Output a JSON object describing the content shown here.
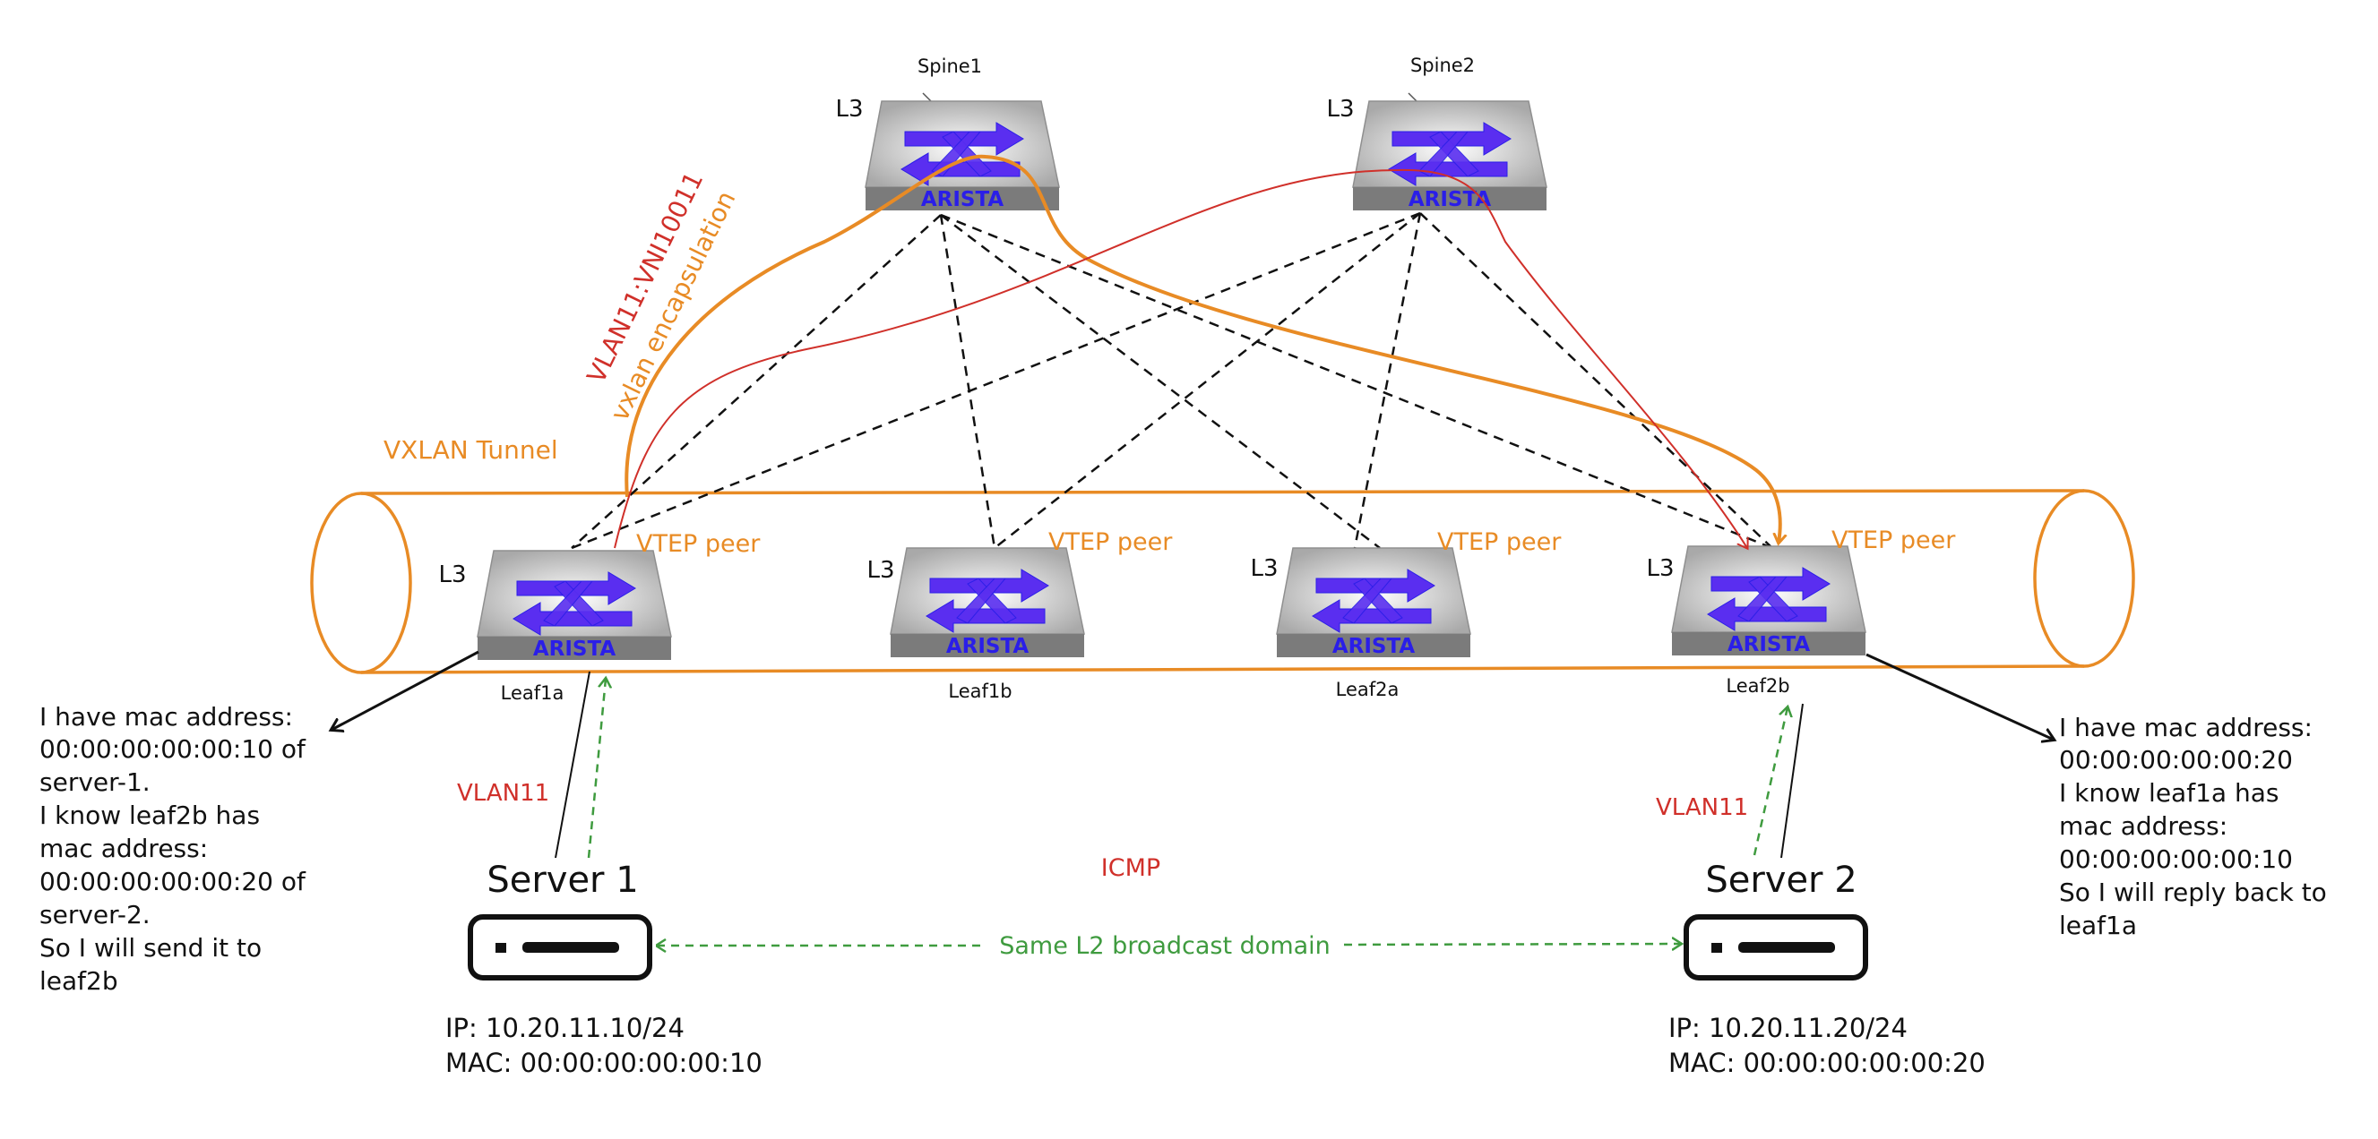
{
  "colors": {
    "tunnel": "#e88b25",
    "red_path": "#d0302a",
    "vlan_text": "#d0302a",
    "green": "#3f9b3f",
    "switch_top": "#b9b9b9",
    "switch_front": "#7b7b7b",
    "arrow_blue": "#5a2ef0",
    "brand_text": "#2a1ee8",
    "text": "#111111"
  },
  "spines": [
    {
      "name": "Spine1",
      "layer": "L3",
      "brand": "ARISTA"
    },
    {
      "name": "Spine2",
      "layer": "L3",
      "brand": "ARISTA"
    }
  ],
  "leaves": [
    {
      "name": "Leaf1a",
      "layer": "L3",
      "brand": "ARISTA",
      "role": "VTEP peer"
    },
    {
      "name": "Leaf1b",
      "layer": "L3",
      "brand": "ARISTA",
      "role": "VTEP peer"
    },
    {
      "name": "Leaf2a",
      "layer": "L3",
      "brand": "ARISTA",
      "role": "VTEP peer"
    },
    {
      "name": "Leaf2b",
      "layer": "L3",
      "brand": "ARISTA",
      "role": "VTEP peer"
    }
  ],
  "tunnel": {
    "label": "VXLAN Tunnel"
  },
  "encap": {
    "vni_label": "VLAN11:VNI10011",
    "encap_label": "vxlan encapsulation"
  },
  "servers": [
    {
      "name": "Server 1",
      "vlan": "VLAN11",
      "ip": "IP: 10.20.11.10/24",
      "mac": "MAC: 00:00:00:00:00:10"
    },
    {
      "name": "Server 2",
      "vlan": "VLAN11",
      "ip": "IP: 10.20.11.20/24",
      "mac": "MAC: 00:00:00:00:00:20"
    }
  ],
  "protocol": {
    "label": "ICMP"
  },
  "broadcast": {
    "label": "Same L2 broadcast domain"
  },
  "notes": {
    "left": [
      "I have mac address:",
      "00:00:00:00:00:10 of",
      "server-1.",
      "I know leaf2b has",
      "mac address:",
      "00:00:00:00:00:20 of",
      "server-2.",
      "So I will send it to",
      "leaf2b"
    ],
    "right": [
      "I have mac address:",
      "00:00:00:00:00:20",
      "I know leaf1a has",
      "mac address:",
      "00:00:00:00:00:10",
      "So I will reply back to",
      "leaf1a"
    ]
  }
}
